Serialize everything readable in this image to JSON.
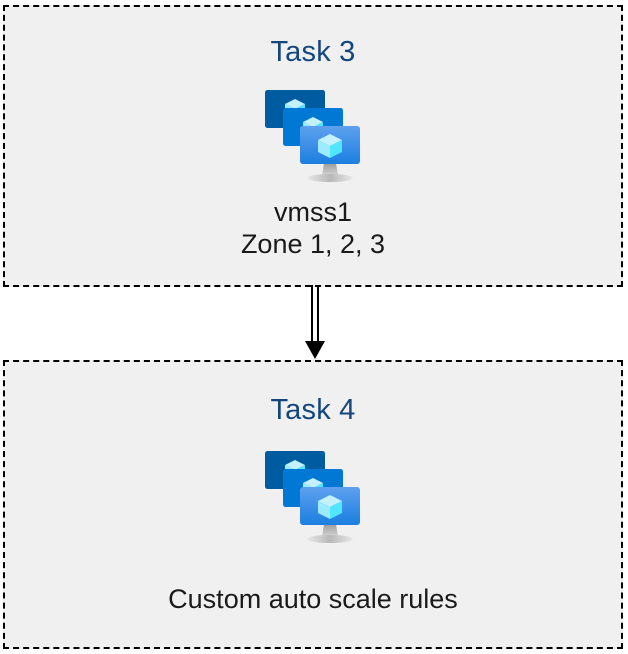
{
  "diagram": {
    "type": "flow",
    "background_color": "#ffffff",
    "title_color": "#14467d",
    "box_fill_color": "#f0f0f0",
    "box_border_color": "#000000",
    "box_border_style": "dashed",
    "nodes": [
      {
        "id": "task-3",
        "title": "Task 3",
        "icon": "virtual-machine-scale-set-icon",
        "caption_lines": [
          "vmss1",
          "Zone 1, 2, 3"
        ]
      },
      {
        "id": "task-4",
        "title": "Task 4",
        "icon": "virtual-machine-scale-set-icon",
        "caption_lines": [
          "Custom auto scale rules"
        ]
      }
    ],
    "connector": {
      "id": "task3-to-task4",
      "name": "double-line-down-arrow",
      "from": "task-3",
      "to": "task-4",
      "color": "#000000",
      "direction": "down"
    }
  },
  "icon_colors": {
    "monitor_back": "#005ba1",
    "monitor_middle": "#0078d4",
    "monitor_front_top": "#5ea0ef",
    "monitor_front_bottom": "#1b7fe0",
    "cube_light": "#c3f1ff",
    "cube_mid": "#9cebff",
    "cube_dark": "#50e6ff",
    "stand": "#a3a3a3",
    "stand_base": "#c8c8c8"
  }
}
